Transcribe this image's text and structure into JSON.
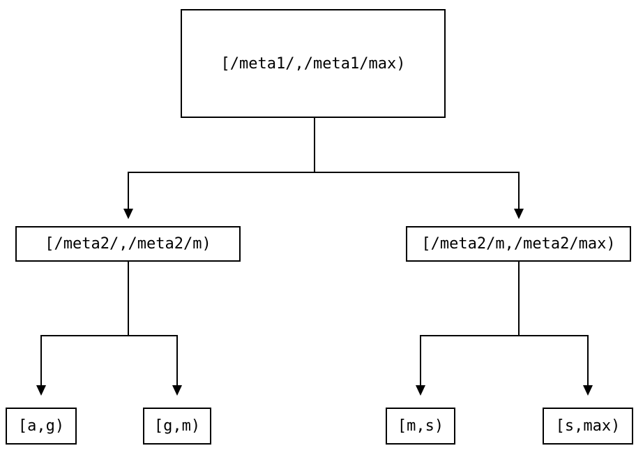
{
  "tree": {
    "label": "[/meta1/,/meta1/max)",
    "children": [
      {
        "label": "[/meta2/,/meta2/m)",
        "children": [
          {
            "label": "[a,g)"
          },
          {
            "label": "[g,m)"
          }
        ]
      },
      {
        "label": "[/meta2/m,/meta2/max)",
        "children": [
          {
            "label": "[m,s)"
          },
          {
            "label": "[s,max)"
          }
        ]
      }
    ]
  },
  "colors": {
    "background": "#ffffff",
    "line": "#000000",
    "text": "#000000",
    "node_fill": "#ffffff"
  }
}
